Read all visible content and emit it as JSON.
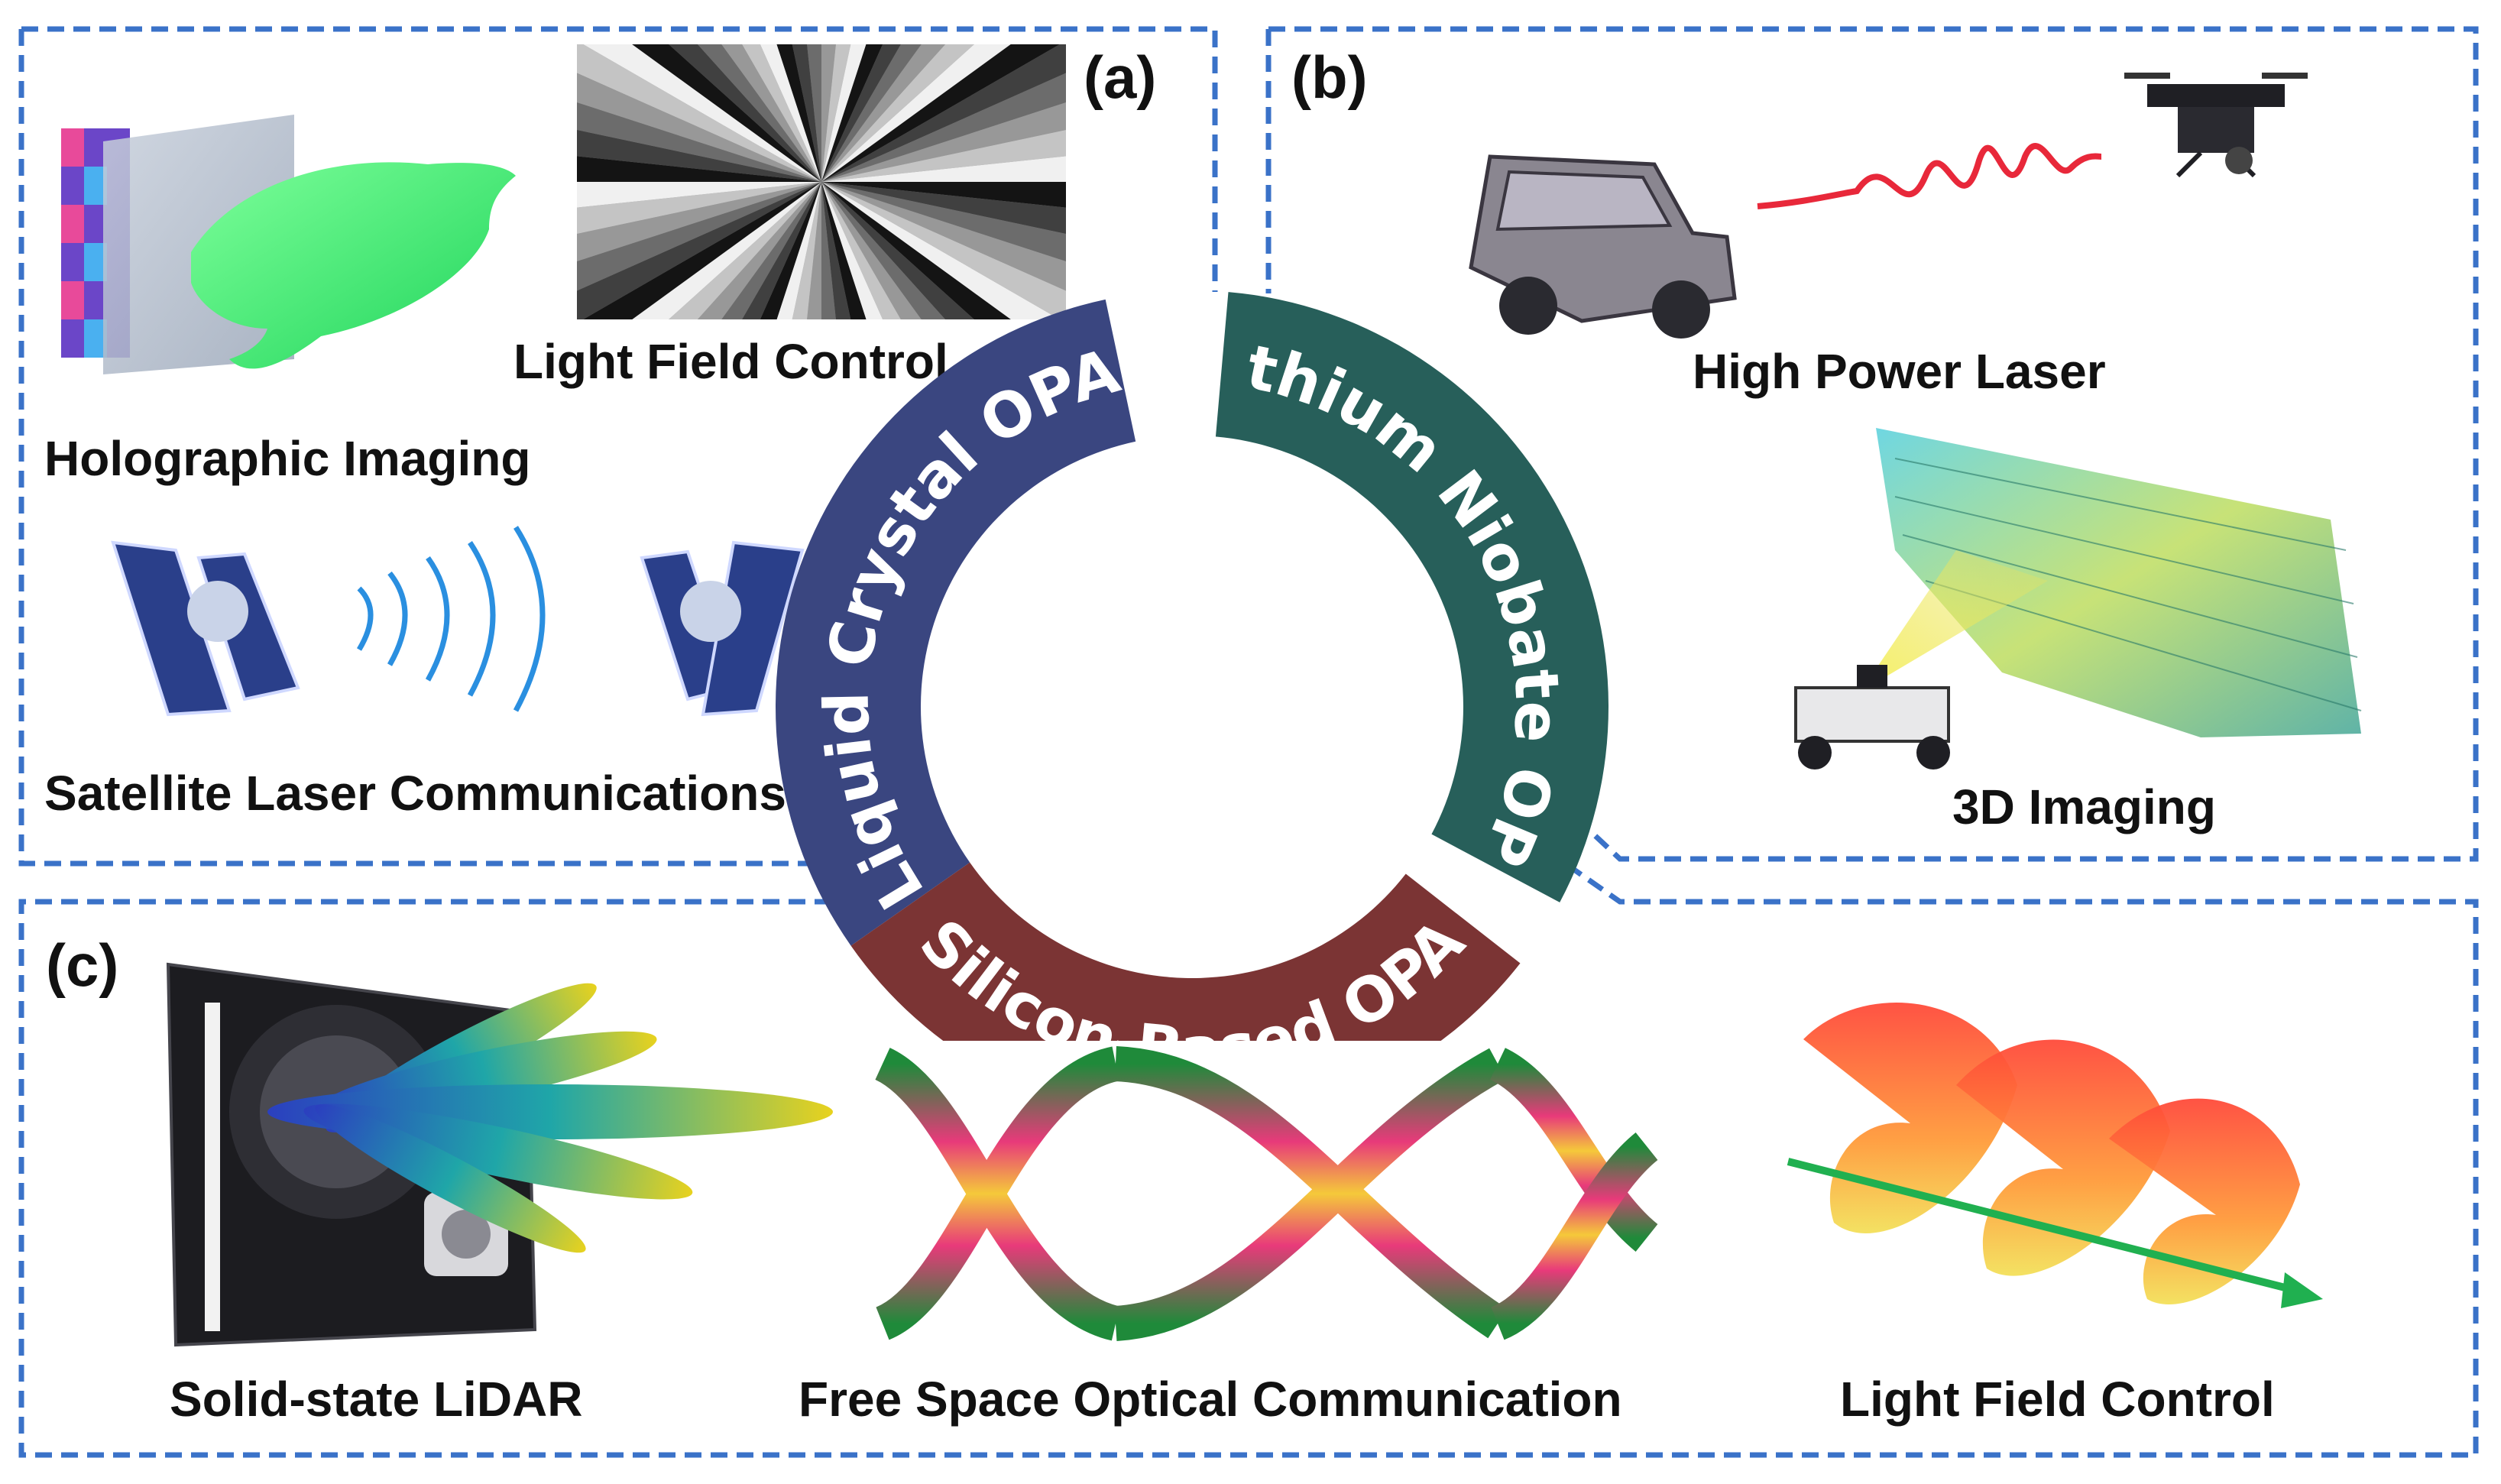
{
  "panels": {
    "a": {
      "tag": "(a)",
      "holographic_label": "Holographic Imaging",
      "lightfield_label": "Light Field Control",
      "satellite_label": "Satellite Laser Communications"
    },
    "b": {
      "tag": "(b)",
      "laser_label": "High Power Laser",
      "imaging3d_label": "3D Imaging"
    },
    "c": {
      "tag": "(c)",
      "lidar_label": "Solid-state LiDAR",
      "fso_label": "Free Space Optical Communication",
      "lightfield_label": "Light Field Control"
    }
  },
  "ring": {
    "liquid_crystal": "Liquid Crystal OPA",
    "lithium_niobate": "Lithium Niobate OPA",
    "silicon": "Silicon-Based OPA"
  },
  "colors": {
    "border": "#3a72c8",
    "liquid_crystal": "#3a4680",
    "lithium_niobate": "#275f5a",
    "silicon": "#7b3434"
  }
}
